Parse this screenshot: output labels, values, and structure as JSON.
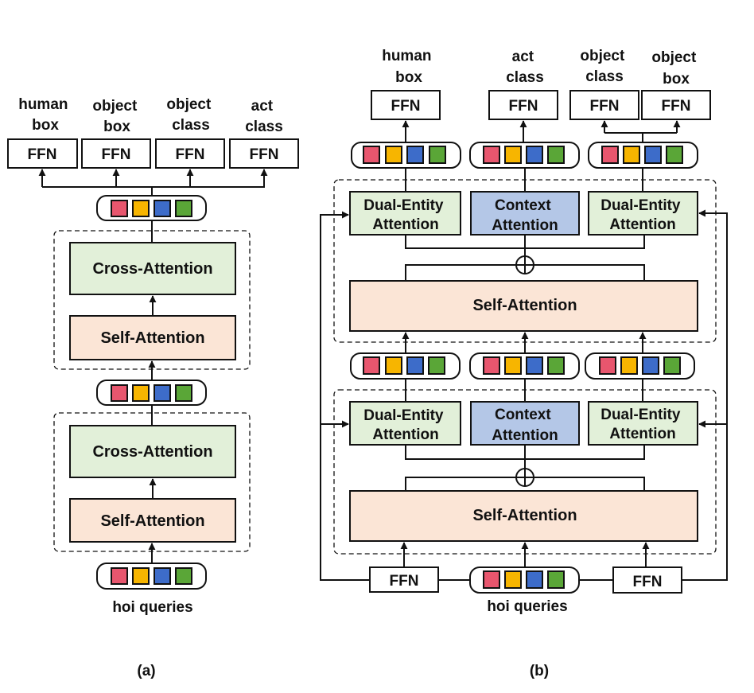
{
  "colors": {
    "token_red": "#e8566e",
    "token_yellow": "#f7b500",
    "token_blue": "#3d6cc9",
    "token_green": "#5aa637",
    "cross_attention_fill": "#e2f0d9",
    "self_attention_fill": "#fbe5d6",
    "context_attention_fill": "#b4c7e7",
    "ffn_fill": "#ffffff"
  },
  "panel_a": {
    "caption": "(a)",
    "outputs": [
      {
        "label_line1": "human",
        "label_line2": "box",
        "ffn": "FFN"
      },
      {
        "label_line1": "object",
        "label_line2": "box",
        "ffn": "FFN"
      },
      {
        "label_line1": "object",
        "label_line2": "class",
        "ffn": "FFN"
      },
      {
        "label_line1": "act",
        "label_line2": "class",
        "ffn": "FFN"
      }
    ],
    "upper_block": {
      "cross_attention": "Cross-Attention",
      "self_attention": "Self-Attention"
    },
    "lower_block": {
      "cross_attention": "Cross-Attention",
      "self_attention": "Self-Attention"
    },
    "input_label": "hoi queries"
  },
  "panel_b": {
    "caption": "(b)",
    "outputs": [
      {
        "label_line1": "human",
        "label_line2": "box",
        "ffn": "FFN"
      },
      {
        "label_line1": "act",
        "label_line2": "class",
        "ffn": "FFN"
      },
      {
        "label_line1": "object",
        "label_line2": "class",
        "ffn": "FFN"
      },
      {
        "label_line1": "object",
        "label_line2": "box",
        "ffn": "FFN"
      }
    ],
    "upper_block": {
      "left": {
        "line1": "Dual-Entity",
        "line2": "Attention"
      },
      "center": {
        "line1": "Context",
        "line2": "Attention"
      },
      "right": {
        "line1": "Dual-Entity",
        "line2": "Attention"
      },
      "self_attention": "Self-Attention"
    },
    "lower_block": {
      "left": {
        "line1": "Dual-Entity",
        "line2": "Attention"
      },
      "center": {
        "line1": "Context",
        "line2": "Attention"
      },
      "right": {
        "line1": "Dual-Entity",
        "line2": "Attention"
      },
      "self_attention": "Self-Attention"
    },
    "input_ffn_left": "FFN",
    "input_ffn_right": "FFN",
    "input_label": "hoi queries"
  }
}
